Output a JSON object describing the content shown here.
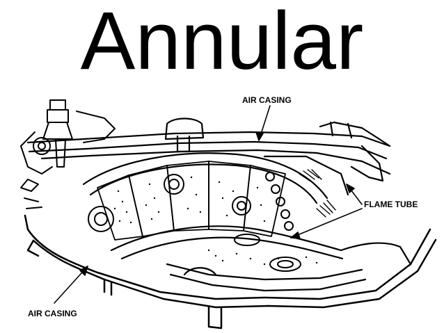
{
  "title": "Annular",
  "labels": {
    "air_casing_top": "AIR CASING",
    "flame_tube": "FLAME TUBE",
    "air_casing_bottom": "AIR CASING"
  },
  "colors": {
    "ink": "#000000",
    "background": "#ffffff"
  }
}
